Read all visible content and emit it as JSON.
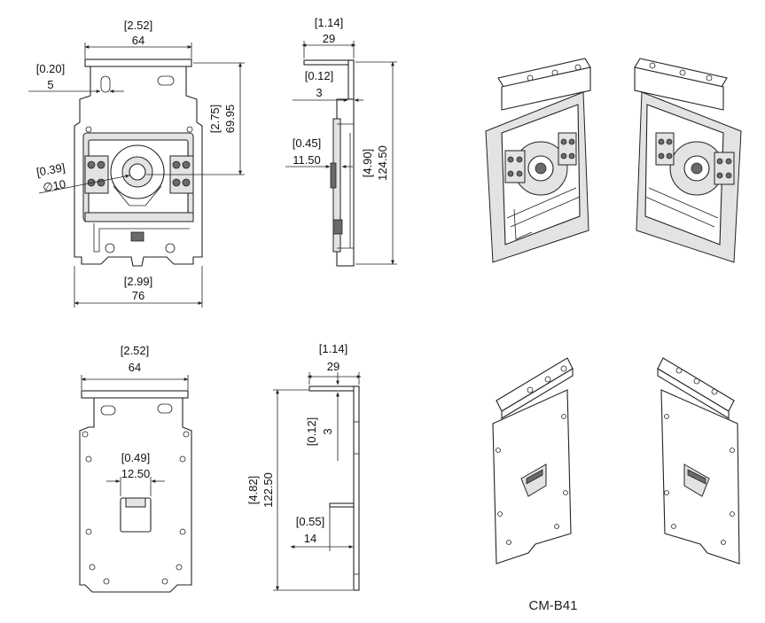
{
  "model_label": "CM-B41",
  "top_front": {
    "width_top": {
      "inch": "2.52",
      "mm": "64"
    },
    "slot_offset": {
      "inch": "0.20",
      "mm": "5"
    },
    "slot_height": {
      "inch": "2.75",
      "mm": "69.95"
    },
    "shaft_dia": {
      "inch": "0.39",
      "mm": "10"
    },
    "width_bottom": {
      "inch": "2.99",
      "mm": "76"
    }
  },
  "top_side": {
    "depth": {
      "inch": "1.14",
      "mm": "29"
    },
    "flange": {
      "inch": "0.12",
      "mm": "3"
    },
    "offset": {
      "inch": "0.45",
      "mm": "11.50"
    },
    "height": {
      "inch": "4.90",
      "mm": "124.50"
    }
  },
  "bottom_front": {
    "width_top": {
      "inch": "2.52",
      "mm": "64"
    },
    "window": {
      "inch": "0.49",
      "mm": "12.50"
    }
  },
  "bottom_side": {
    "depth": {
      "inch": "1.14",
      "mm": "29"
    },
    "flange": {
      "inch": "0.12",
      "mm": "3"
    },
    "height": {
      "inch": "4.82",
      "mm": "122.50"
    },
    "tab": {
      "inch": "0.55",
      "mm": "14"
    }
  }
}
